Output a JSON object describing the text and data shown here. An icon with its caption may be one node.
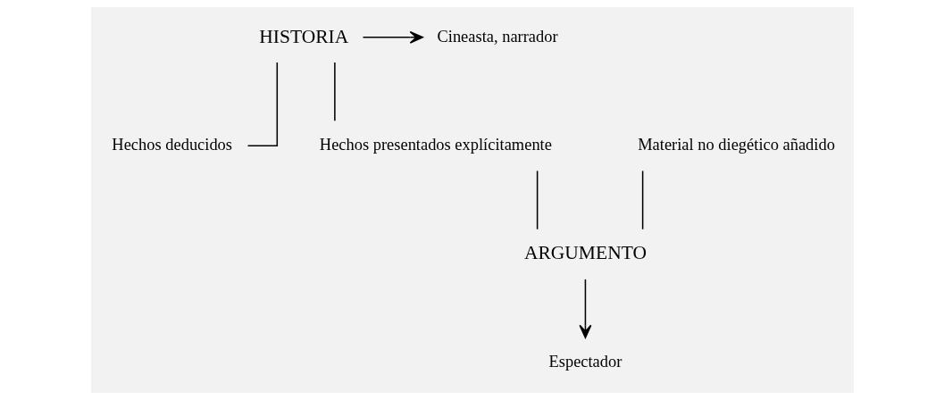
{
  "diagram": {
    "nodes": [
      {
        "text": [
          "HISTORIA"
        ]
      },
      {
        "text": [
          "Cineasta, narrador"
        ]
      },
      {
        "text": [
          "Hechos deducidos"
        ]
      },
      {
        "text": [
          "Hechos presentados explícitamente"
        ]
      },
      {
        "text": [
          "Material no diegético añadido"
        ]
      },
      {
        "text": [
          "ARGUMENTO"
        ]
      },
      {
        "text": [
          "Espectador"
        ]
      }
    ],
    "edges": [
      {
        "from": 0,
        "to": 1,
        "arrow": "to"
      },
      {
        "from": 0,
        "to": 2,
        "arrow": "none"
      },
      {
        "from": 0,
        "to": 3,
        "arrow": "none"
      },
      {
        "from": 3,
        "to": 5,
        "arrow": "none"
      },
      {
        "from": 4,
        "to": 5,
        "arrow": "none"
      },
      {
        "from": 5,
        "to": 6,
        "arrow": "to"
      }
    ]
  }
}
